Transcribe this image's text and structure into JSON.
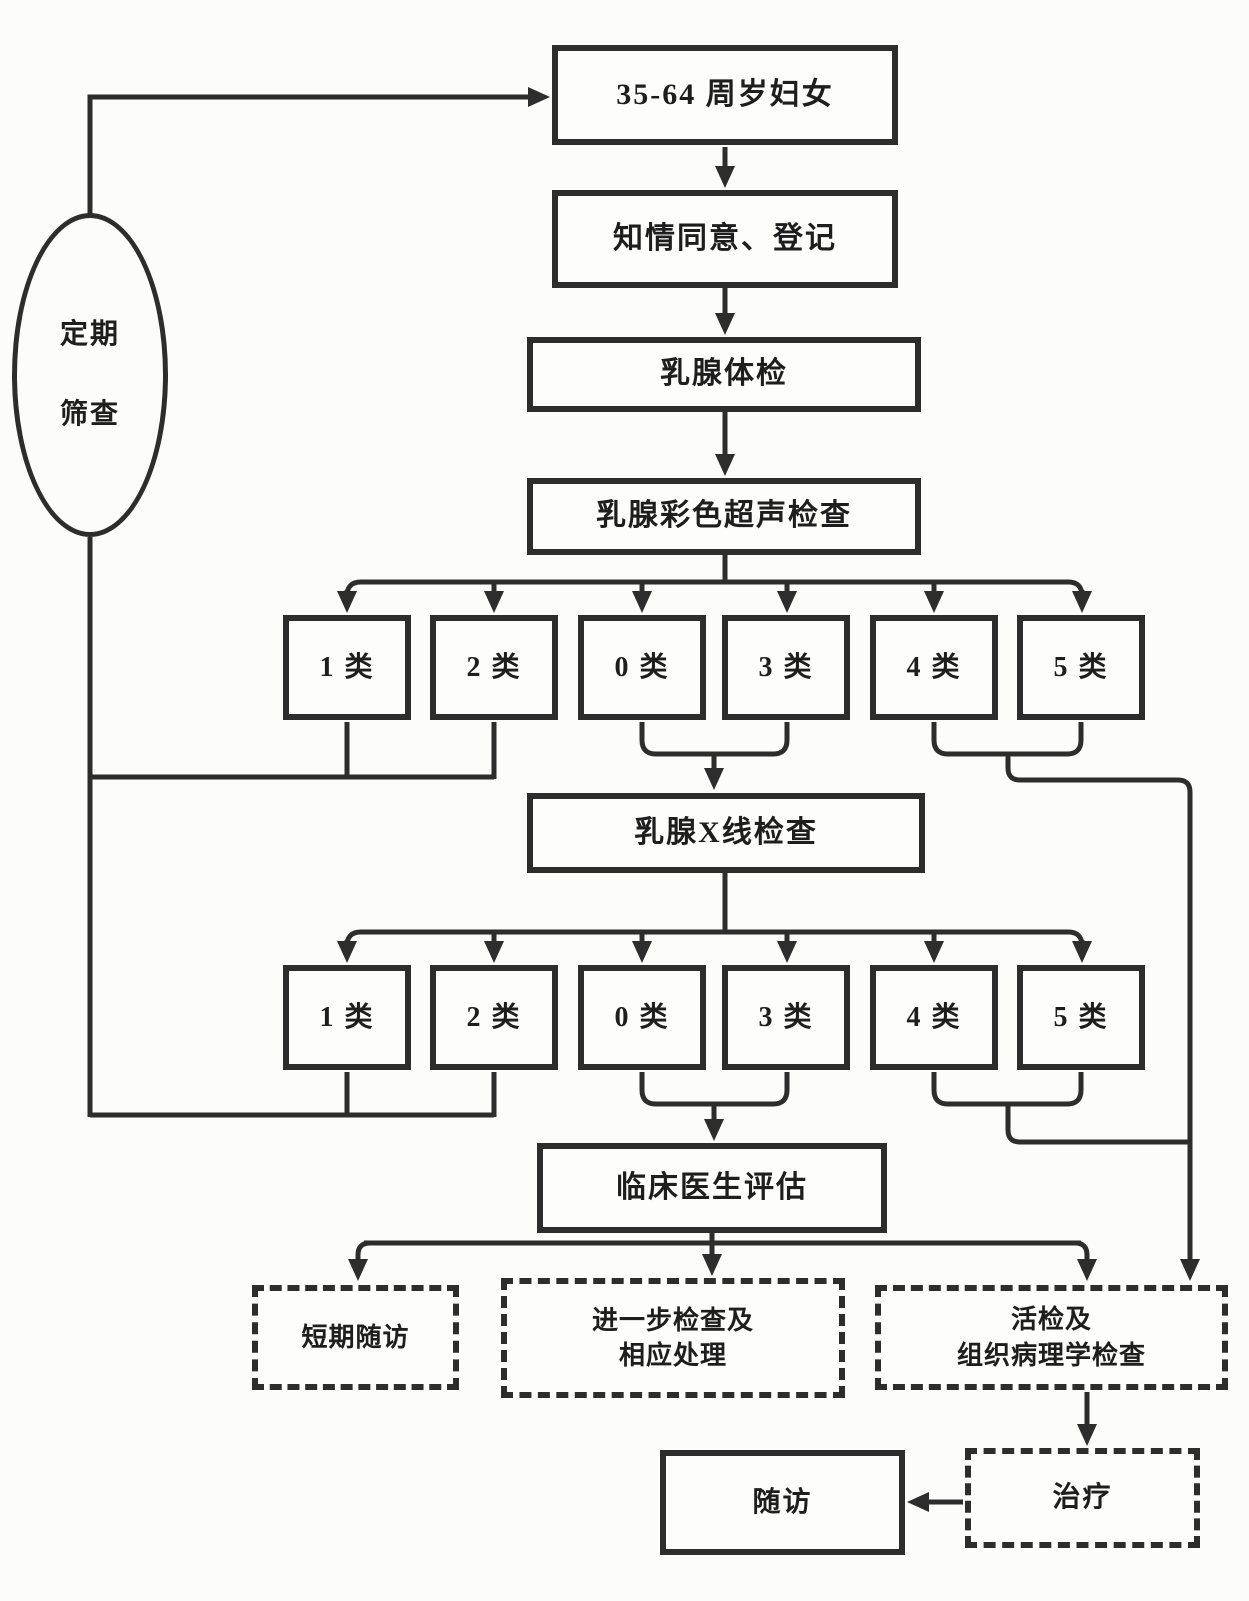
{
  "flowchart": {
    "loop": {
      "line1": "定期",
      "line2": "筛查"
    },
    "nodes": {
      "age": "35-64 周岁妇女",
      "consent": "知情同意、登记",
      "exam": "乳腺体检",
      "ultrasound": "乳腺彩色超声检查",
      "xray": "乳腺X线检查",
      "evaluation": "临床医生评估",
      "short_followup": "短期随访",
      "further_line1": "进一步检查及",
      "further_line2": "相应处理",
      "biopsy_line1": "活检及",
      "biopsy_line2": "组织病理学检查",
      "followup": "随访",
      "treatment": "治疗"
    },
    "categories_row1": [
      "1 类",
      "2 类",
      "0 类",
      "3 类",
      "4 类",
      "5 类"
    ],
    "categories_row2": [
      "1 类",
      "2 类",
      "0 类",
      "3 类",
      "4 类",
      "5 类"
    ],
    "colors": {
      "line": "#2d2d2d",
      "background": "#fcfcfa",
      "text": "#1e1e1e"
    }
  }
}
